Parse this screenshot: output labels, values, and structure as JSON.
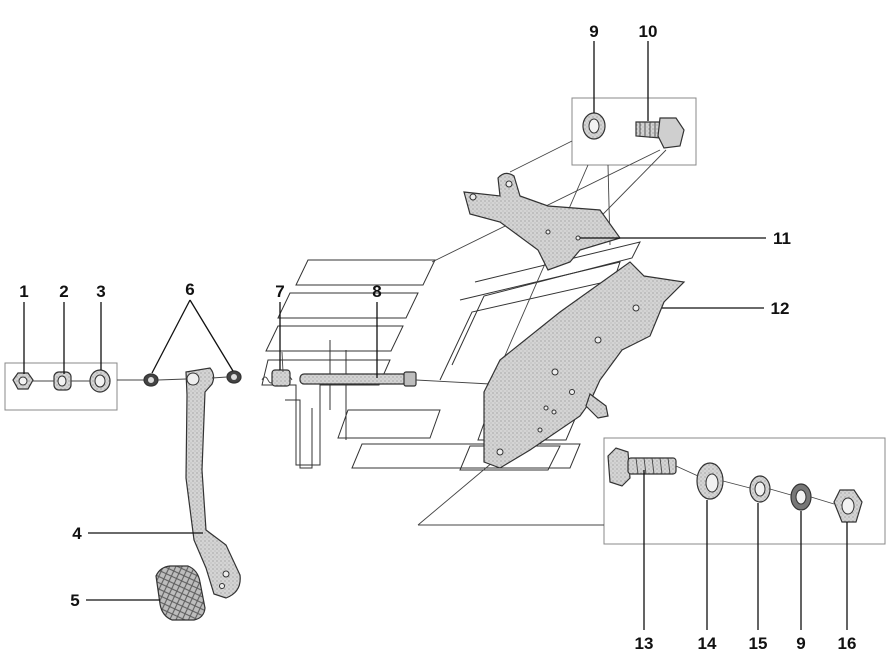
{
  "callouts": [
    {
      "id": "c1",
      "label": "1"
    },
    {
      "id": "c2",
      "label": "2"
    },
    {
      "id": "c3",
      "label": "3"
    },
    {
      "id": "c4",
      "label": "4"
    },
    {
      "id": "c5",
      "label": "5"
    },
    {
      "id": "c6",
      "label": "6"
    },
    {
      "id": "c7",
      "label": "7"
    },
    {
      "id": "c8",
      "label": "8"
    },
    {
      "id": "c9a",
      "label": "9"
    },
    {
      "id": "c10",
      "label": "10"
    },
    {
      "id": "c11",
      "label": "11"
    },
    {
      "id": "c12",
      "label": "12"
    },
    {
      "id": "c13",
      "label": "13"
    },
    {
      "id": "c14",
      "label": "14"
    },
    {
      "id": "c15",
      "label": "15"
    },
    {
      "id": "c9b",
      "label": "9"
    },
    {
      "id": "c16",
      "label": "16"
    }
  ],
  "colors": {
    "line": "#111111",
    "part_fill": "#c8c8c8",
    "part_shade": "#9a9a9a",
    "frame": "#888888"
  }
}
